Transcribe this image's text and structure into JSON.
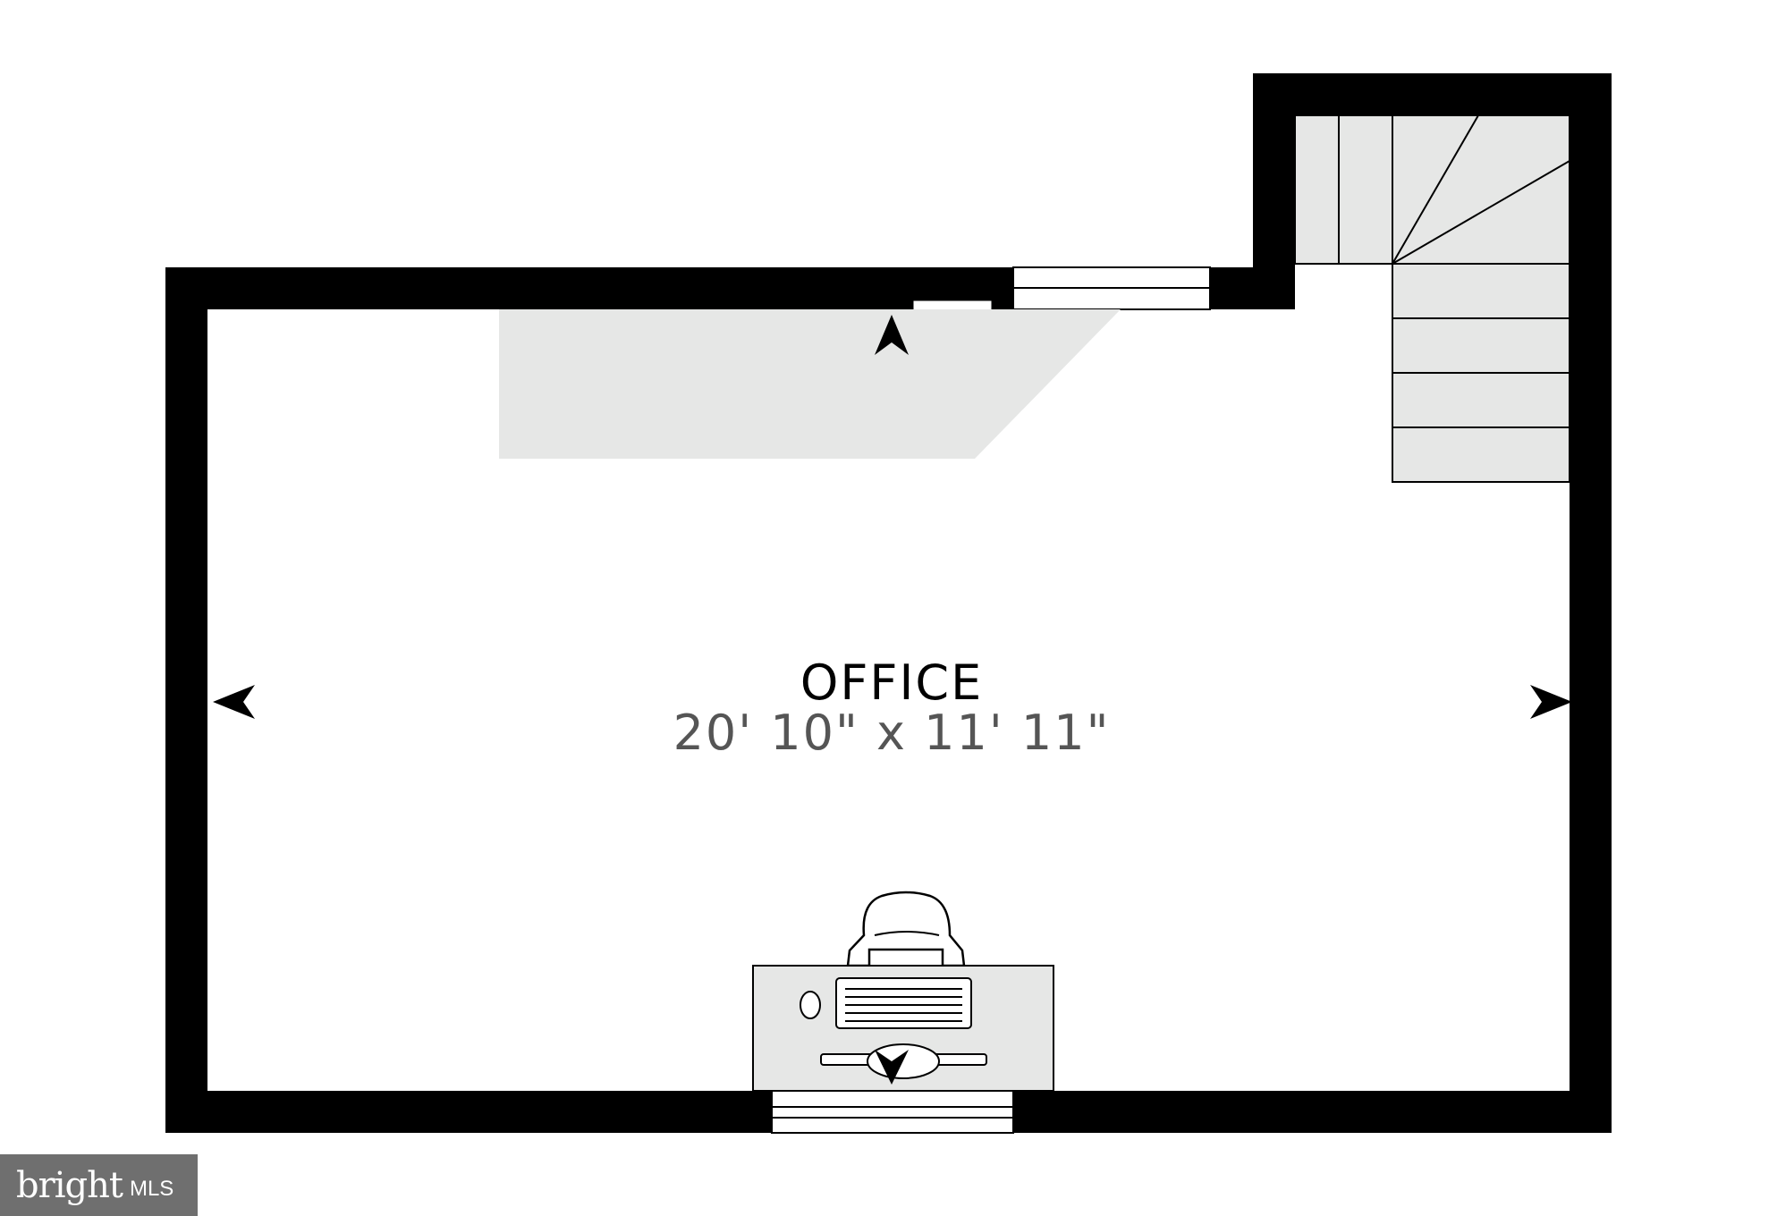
{
  "room": {
    "name": "OFFICE",
    "dimensions": "20' 10\" x 11' 11\""
  },
  "watermark": {
    "brand": "bright",
    "suffix": "MLS"
  },
  "colors": {
    "wall": "#000000",
    "floor": "#ffffff",
    "fixture_fill": "#e6e7e6",
    "label_primary": "#000000",
    "label_secondary": "#555555",
    "watermark_bg": "#6f6f6f"
  }
}
